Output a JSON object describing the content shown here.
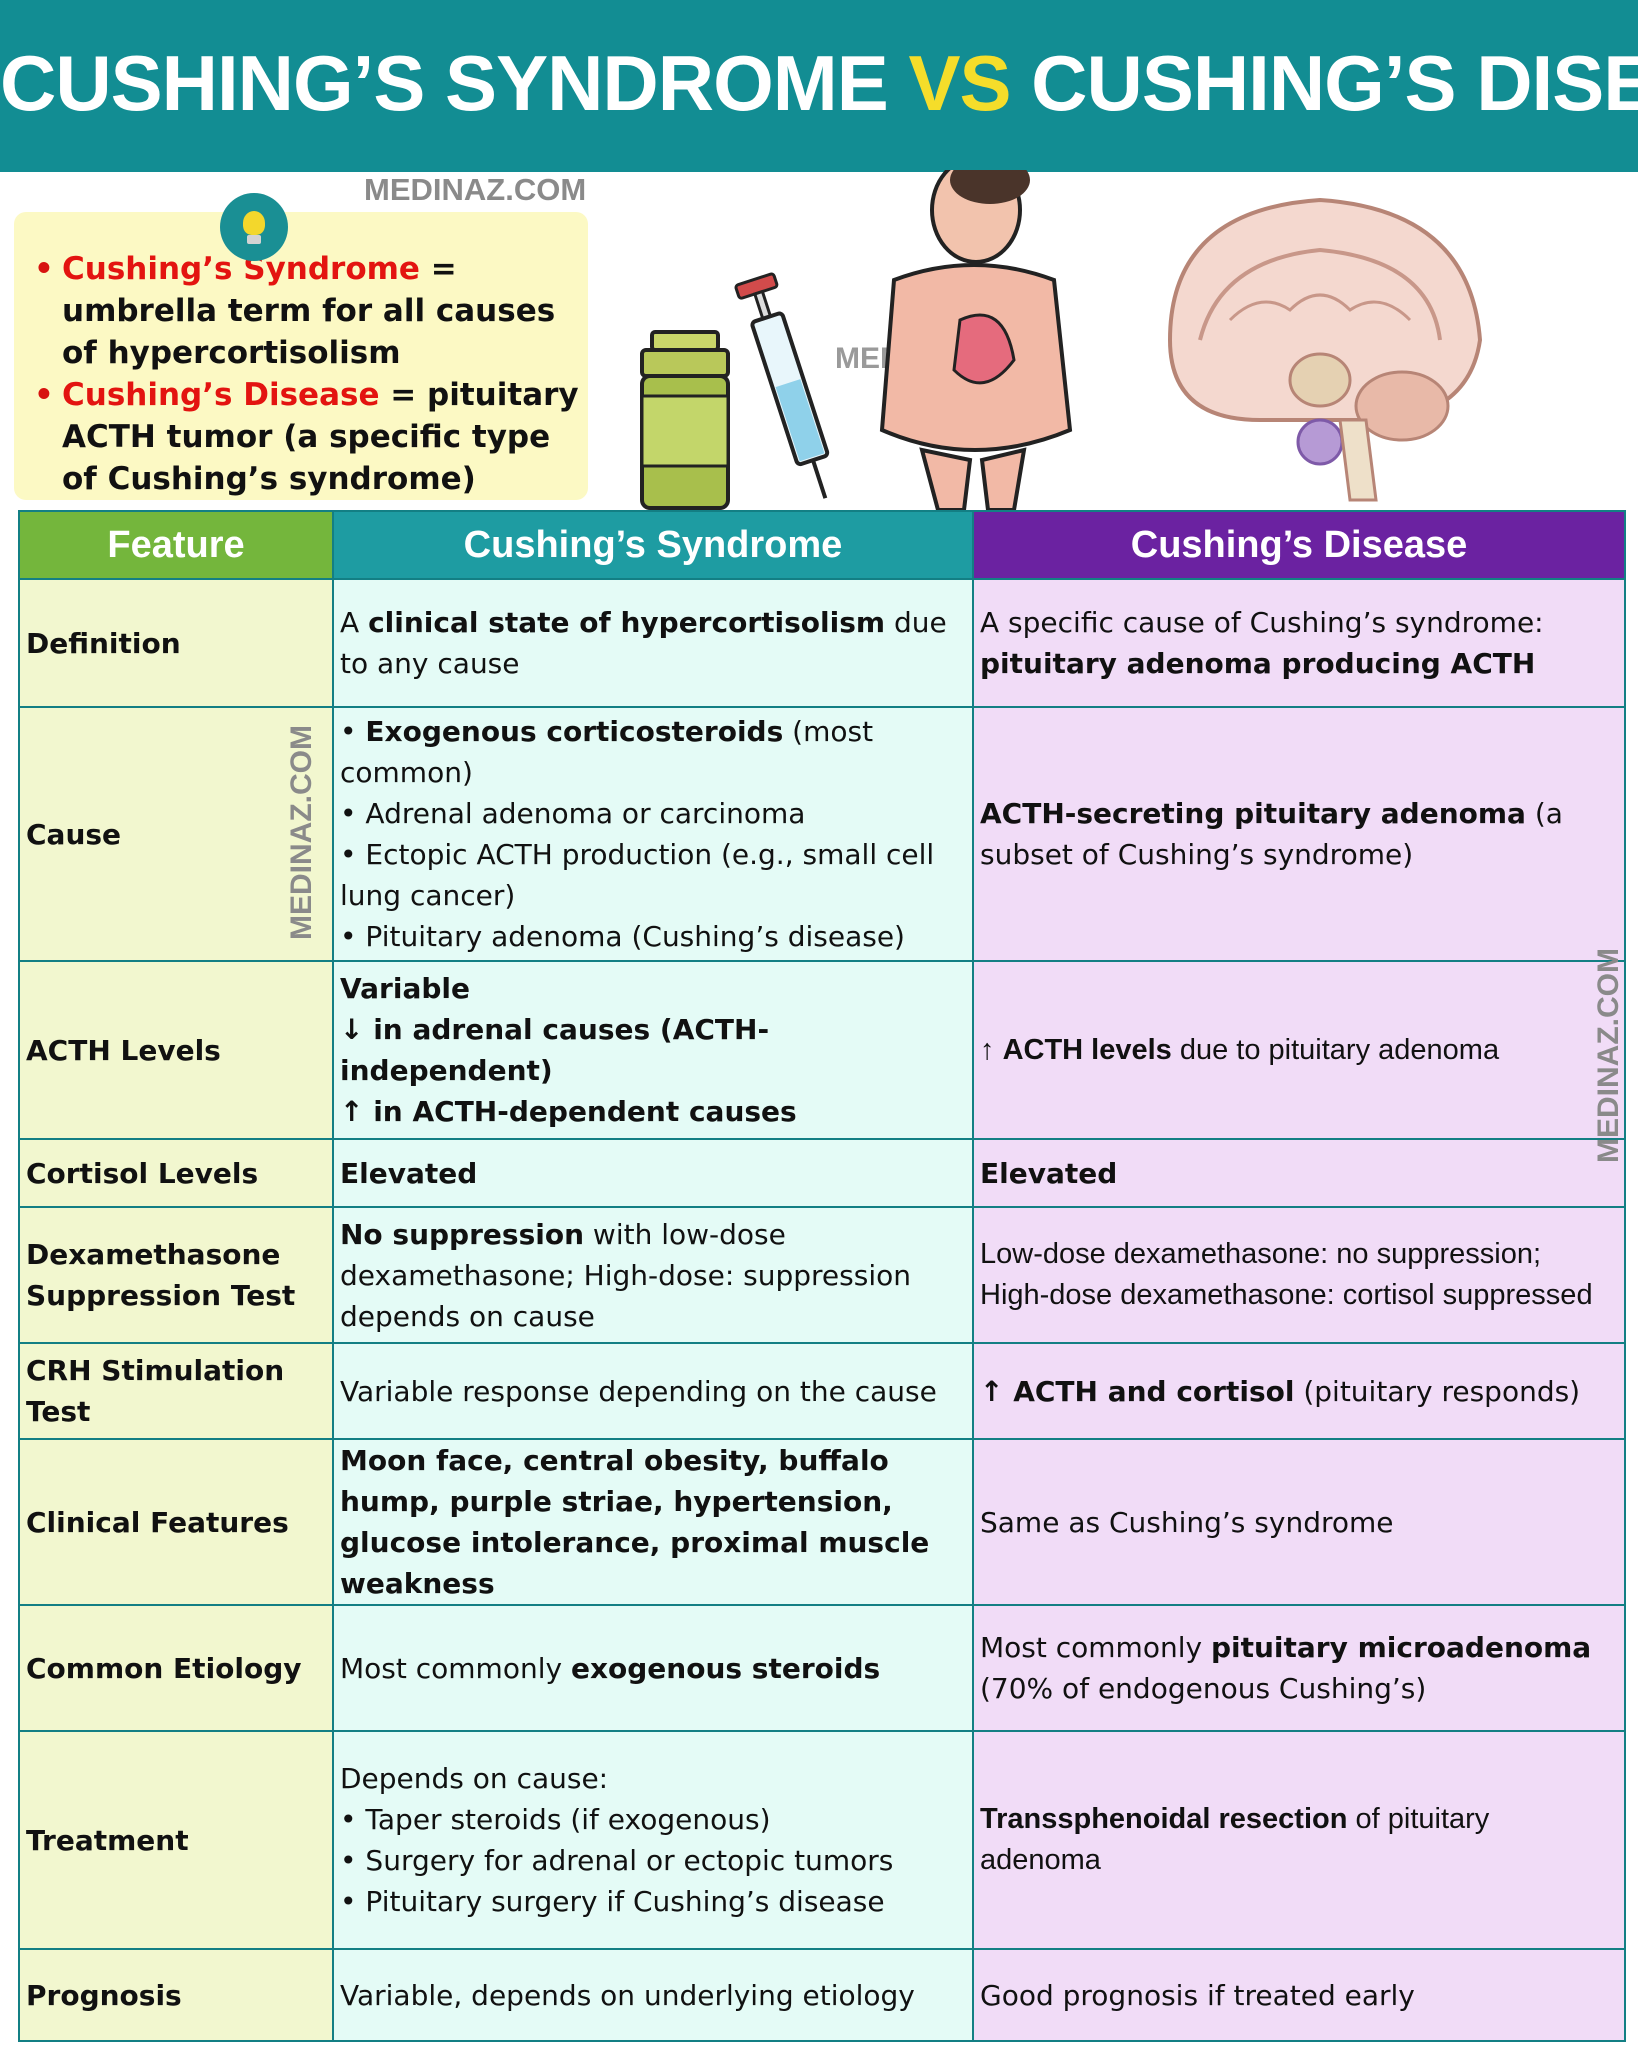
{
  "header": {
    "title_part1": "CUSHING’S SYNDROME",
    "title_vs": "VS",
    "title_part2": "CUSHING’S DISEASE"
  },
  "watermarks": {
    "brand": "MEDINAZ.COM"
  },
  "info_box": {
    "icon": "lightbulb-icon",
    "bullets": [
      {
        "term": "Cushing’s Syndrome",
        "text": " = umbrella term for all causes of hypercortisolism"
      },
      {
        "term": "Cushing’s Disease",
        "text": " = pituitary ACTH tumor (a specific type of Cushing’s syndrome)"
      }
    ]
  },
  "illustrations": {
    "items": [
      "pill-bottle-icon",
      "syringe-icon",
      "obese-patient-icon",
      "brain-pituitary-icon"
    ]
  },
  "colors": {
    "banner": "#128d93",
    "vs": "#f5dd2a",
    "feature_header": "#74b63c",
    "syndrome_header": "#1e9ca2",
    "disease_header": "#6b22a1",
    "term_red": "#e31410"
  },
  "table": {
    "headers": [
      "Feature",
      "Cushing’s Syndrome",
      "Cushing’s Disease"
    ],
    "rows": [
      {
        "feature": "Definition",
        "syndrome": {
          "a": "A ",
          "b": "clinical state of hypercortisolism",
          "c": " due to any cause"
        },
        "disease": {
          "a": "A specific cause of Cushing’s syndrome: ",
          "b": "pituitary adenoma producing ACTH"
        }
      },
      {
        "feature": "Cause",
        "syndrome": {
          "l1b": "Exogenous corticosteroids",
          "l1": " (most common)",
          "l2": "Adrenal adenoma or carcinoma",
          "l3": "Ectopic ACTH production (e.g., small cell lung cancer)",
          "l4": "Pituitary adenoma (Cushing’s disease)"
        },
        "disease": {
          "b": "ACTH-secreting pituitary adenoma",
          "c": " (a subset of Cushing’s syndrome)"
        }
      },
      {
        "feature": "ACTH Levels",
        "syndrome": {
          "l1": "Variable",
          "l2": "↓ in adrenal causes (ACTH-independent)",
          "l3": "↑ in ACTH-dependent causes"
        },
        "disease": {
          "a": "↑ ",
          "b": "ACTH levels",
          "c": " due to pituitary adenoma"
        }
      },
      {
        "feature": "Cortisol Levels",
        "syndrome": {
          "b": "Elevated"
        },
        "disease": {
          "b": "Elevated"
        }
      },
      {
        "feature": "Dexamethasone Suppression Test",
        "syndrome": {
          "b": "No suppression",
          "c": " with low-dose dexamethasone; High-dose: suppression depends on cause"
        },
        "disease": {
          "a": "Low-dose dexamethasone: no suppression; High-dose dexamethasone: cortisol suppressed"
        }
      },
      {
        "feature": "CRH Stimulation Test",
        "syndrome": {
          "a": "Variable response depending on the cause"
        },
        "disease": {
          "b": "↑ ACTH and cortisol",
          "c": " (pituitary responds)"
        }
      },
      {
        "feature": "Clinical Features",
        "syndrome": {
          "b": "Moon face, central obesity, buffalo hump, purple striae, hypertension, glucose intolerance, proximal muscle weakness"
        },
        "disease": {
          "a": "Same as Cushing’s syndrome"
        }
      },
      {
        "feature": "Common Etiology",
        "syndrome": {
          "a": "Most commonly ",
          "b": "exogenous steroids"
        },
        "disease": {
          "a": "Most commonly ",
          "b": "pituitary microadenoma",
          "c": " (70% of endogenous Cushing’s)"
        }
      },
      {
        "feature": "Treatment",
        "syndrome": {
          "l0": "Depends on cause:",
          "l1": "Taper steroids (if exogenous)",
          "l2": "Surgery for adrenal or ectopic tumors",
          "l3": "Pituitary surgery if Cushing’s disease"
        },
        "disease": {
          "b": "Transsphenoidal resection",
          "c": " of pituitary adenoma"
        }
      },
      {
        "feature": "Prognosis",
        "syndrome": {
          "a": "Variable, depends on underlying etiology"
        },
        "disease": {
          "a": "Good prognosis if treated early"
        }
      }
    ]
  }
}
